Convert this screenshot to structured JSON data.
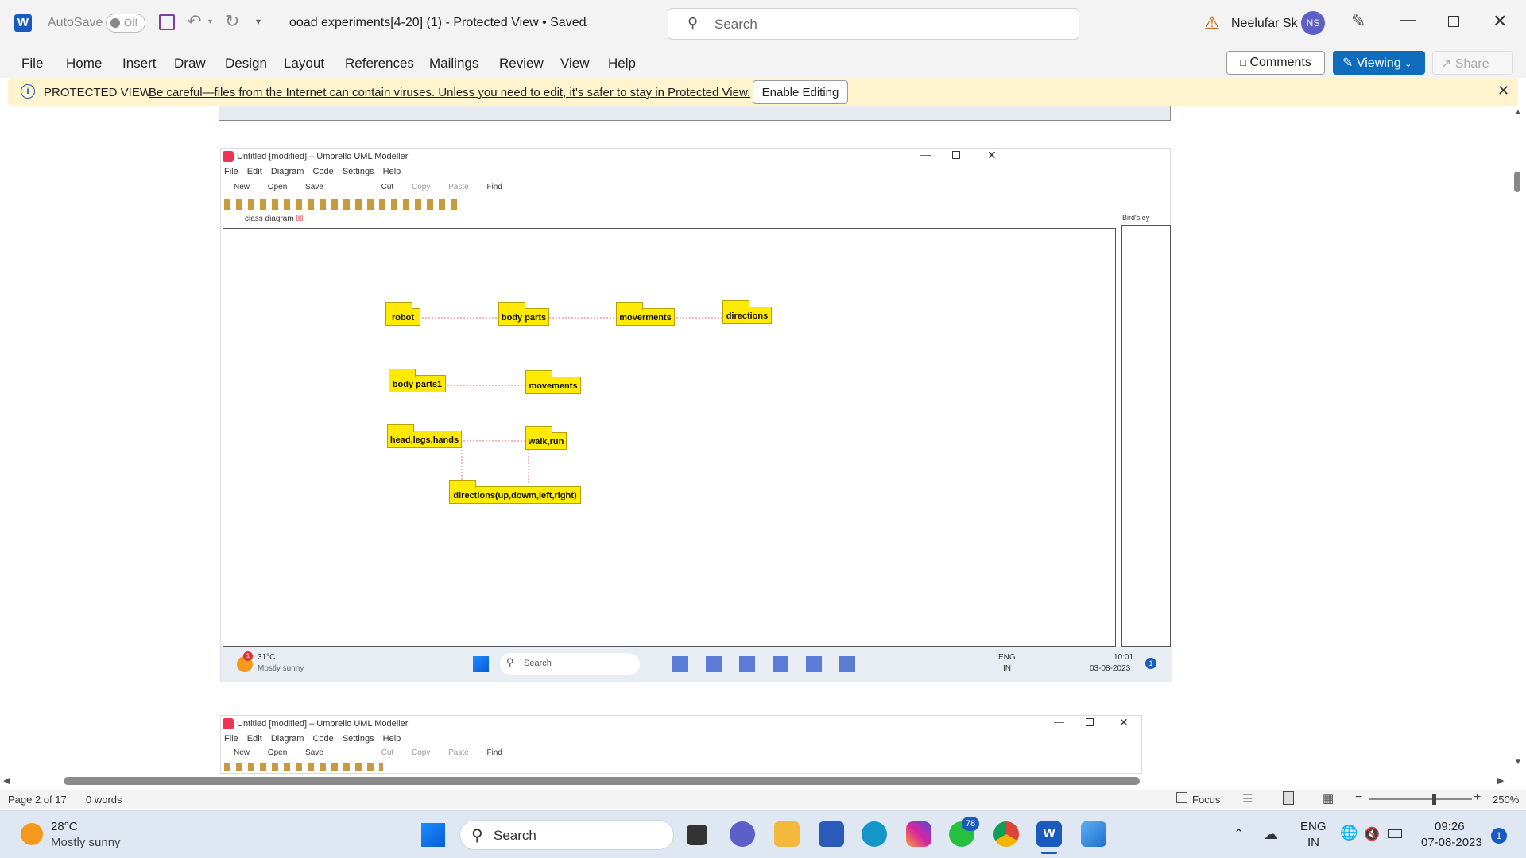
{
  "titlebar": {
    "autosave_label": "AutoSave",
    "autosave_state": "Off",
    "doc_title": "ooad experiments[4-20] (1)  -  Protected View • Saved",
    "search_placeholder": "Search",
    "user_name": "Neelufar Sk",
    "user_initials": "NS"
  },
  "menu": [
    "File",
    "Home",
    "Insert",
    "Draw",
    "Design",
    "Layout",
    "References",
    "Mailings",
    "Review",
    "View",
    "Help"
  ],
  "ribbon_right": {
    "comments": "Comments",
    "viewing": "Viewing",
    "share": "Share"
  },
  "protected_view": {
    "label": "PROTECTED VIEW",
    "message": "Be careful—files from the Internet can contain viruses. Unless you need to edit, it's safer to stay in Protected View.",
    "enable_button": "Enable Editing"
  },
  "uml_window": {
    "title": "Untitled [modified] – Umbrello UML Modeller",
    "menu": [
      "File",
      "Edit",
      "Diagram",
      "Code",
      "Settings",
      "Help"
    ],
    "toolbar": [
      "New",
      "Open",
      "Save",
      "Cut",
      "Copy",
      "Paste",
      "Find"
    ],
    "tab": "class diagram",
    "birds_eye": "Bird's ey",
    "packages": [
      "robot",
      "body parts",
      "moverments",
      "directions",
      "body parts1",
      "movements",
      "head,legs,hands",
      "walk,run",
      "directions(up,dowm,left,right)"
    ]
  },
  "mini_taskbar": {
    "temp": "31°C",
    "weather": "Mostly sunny",
    "search": "Search",
    "lang1": "ENG",
    "lang2": "IN",
    "time": "10:01",
    "date": "03-08-2023",
    "badge": "1",
    "notify": "1"
  },
  "uml_window2": {
    "title": "Untitled [modified] – Umbrello UML Modeller",
    "menu": [
      "File",
      "Edit",
      "Diagram",
      "Code",
      "Settings",
      "Help"
    ],
    "toolbar": [
      "New",
      "Open",
      "Save",
      "Cut",
      "Copy",
      "Paste",
      "Find"
    ]
  },
  "statusbar": {
    "page": "Page 2 of 17",
    "words": "0 words",
    "focus": "Focus",
    "zoom": "250%"
  },
  "taskbar": {
    "temp": "28°C",
    "weather": "Mostly sunny",
    "search": "Search",
    "whatsapp_badge": "78",
    "lang1": "ENG",
    "lang2": "IN",
    "time": "09:26",
    "date": "07-08-2023",
    "notify": "1"
  },
  "colors": {
    "word_blue": "#185abd",
    "pv_bg": "#fff4ce",
    "package_yellow": "#ffea00",
    "viewing_bg": "#0f6cbd"
  }
}
